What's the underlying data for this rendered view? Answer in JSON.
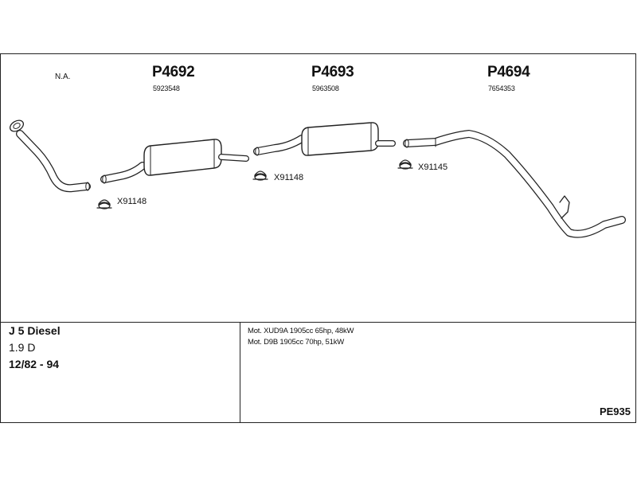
{
  "parts": [
    {
      "number": "P4692",
      "oem": "5923548"
    },
    {
      "number": "P4693",
      "oem": "5963508"
    },
    {
      "number": "P4694",
      "oem": "7654353"
    }
  ],
  "front_pipe_label": "N.A.",
  "clamps": [
    "X91148",
    "X91148",
    "X91145"
  ],
  "vehicle": {
    "model": "J 5 Diesel",
    "engine_size": "1.9 D",
    "years": "12/82 - 94"
  },
  "engines": [
    "Mot. XUD9A 1905cc 65hp, 48kW",
    "Mot. D9B 1905cc 70hp, 51kW"
  ],
  "diagram_code": "PE935"
}
